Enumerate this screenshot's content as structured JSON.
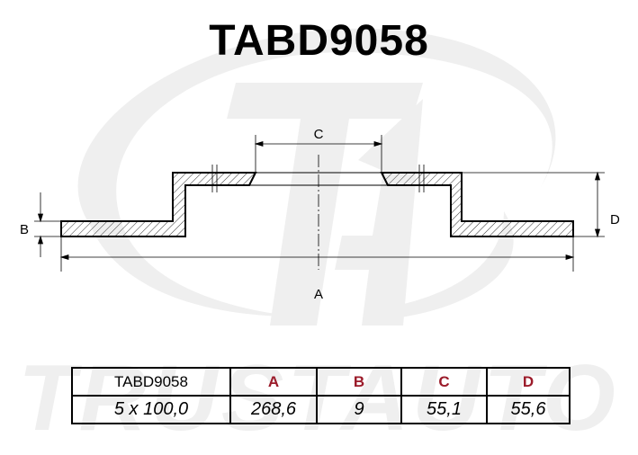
{
  "title": "TABD9058",
  "watermark": {
    "logo_letters": "TA",
    "brand": "TRUSTAUTO",
    "color": "#efefef"
  },
  "dimensions": {
    "a": "A",
    "b": "B",
    "c": "C",
    "d": "D"
  },
  "table": {
    "header": [
      "TABD9058",
      "A",
      "B",
      "C",
      "D"
    ],
    "values": [
      "5 x 100,0",
      "268,6",
      "9",
      "55,1",
      "55,6"
    ],
    "letter_color": "#9b1b2a"
  }
}
